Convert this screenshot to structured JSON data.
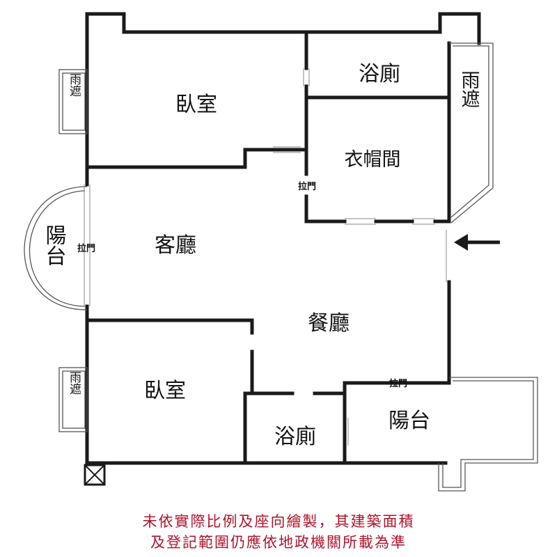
{
  "rooms": {
    "bedroom_top": "臥室",
    "bathroom_top": "浴廁",
    "closet": "衣帽間",
    "living_room": "客廳",
    "dining_room": "餐廳",
    "bedroom_bottom": "臥室",
    "bathroom_bottom": "浴廁",
    "balcony_right": "陽台",
    "balcony_left": "陽台"
  },
  "canopies": {
    "left_top": "雨遮",
    "right": "雨遮",
    "left_bottom": "雨遮"
  },
  "sliding_doors": {
    "closet": "拉門",
    "balcony_left": "拉門",
    "balcony_right": "拉門"
  },
  "entrance_arrow": "arrow-left",
  "disclaimer": {
    "line1": "未依實際比例及座向繪製，其建築面積",
    "line2": "及登記範圍仍應依地政機關所載為準"
  },
  "colors": {
    "walls": "#1a1a1a",
    "disclaimer": "#b0122b"
  }
}
